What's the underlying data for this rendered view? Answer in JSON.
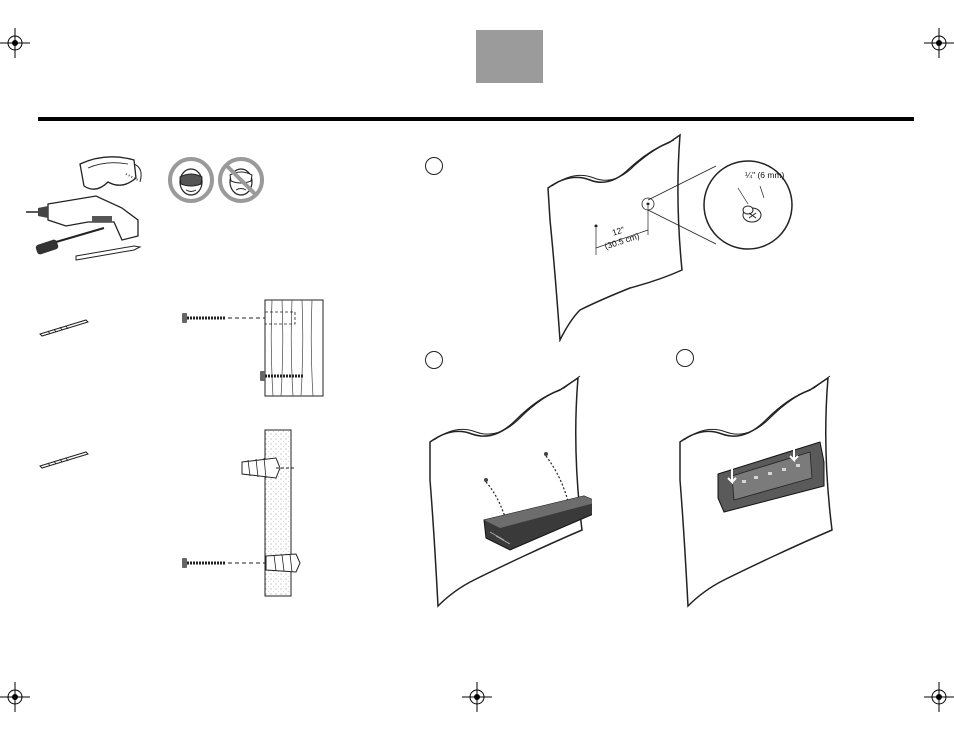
{
  "dimensions": {
    "spacing_imperial": "12\"",
    "spacing_metric": "(30.5 cm)",
    "hole_size": "¼\" (6 mm)"
  },
  "steps": [
    {
      "number": ""
    },
    {
      "number": ""
    },
    {
      "number": ""
    }
  ],
  "colors": {
    "tab": "#9b9b9b",
    "rule": "#000000",
    "product": "#3a3a3a"
  },
  "icons": {
    "registration": "crosshair-registration-mark",
    "safety_goggles": "goggles",
    "drill": "power-drill",
    "screwdriver": "screwdriver",
    "pencil": "pencil",
    "face_with_goggles": "wear-eye-protection",
    "no_protection": "prohibited-no-eye-protection"
  }
}
